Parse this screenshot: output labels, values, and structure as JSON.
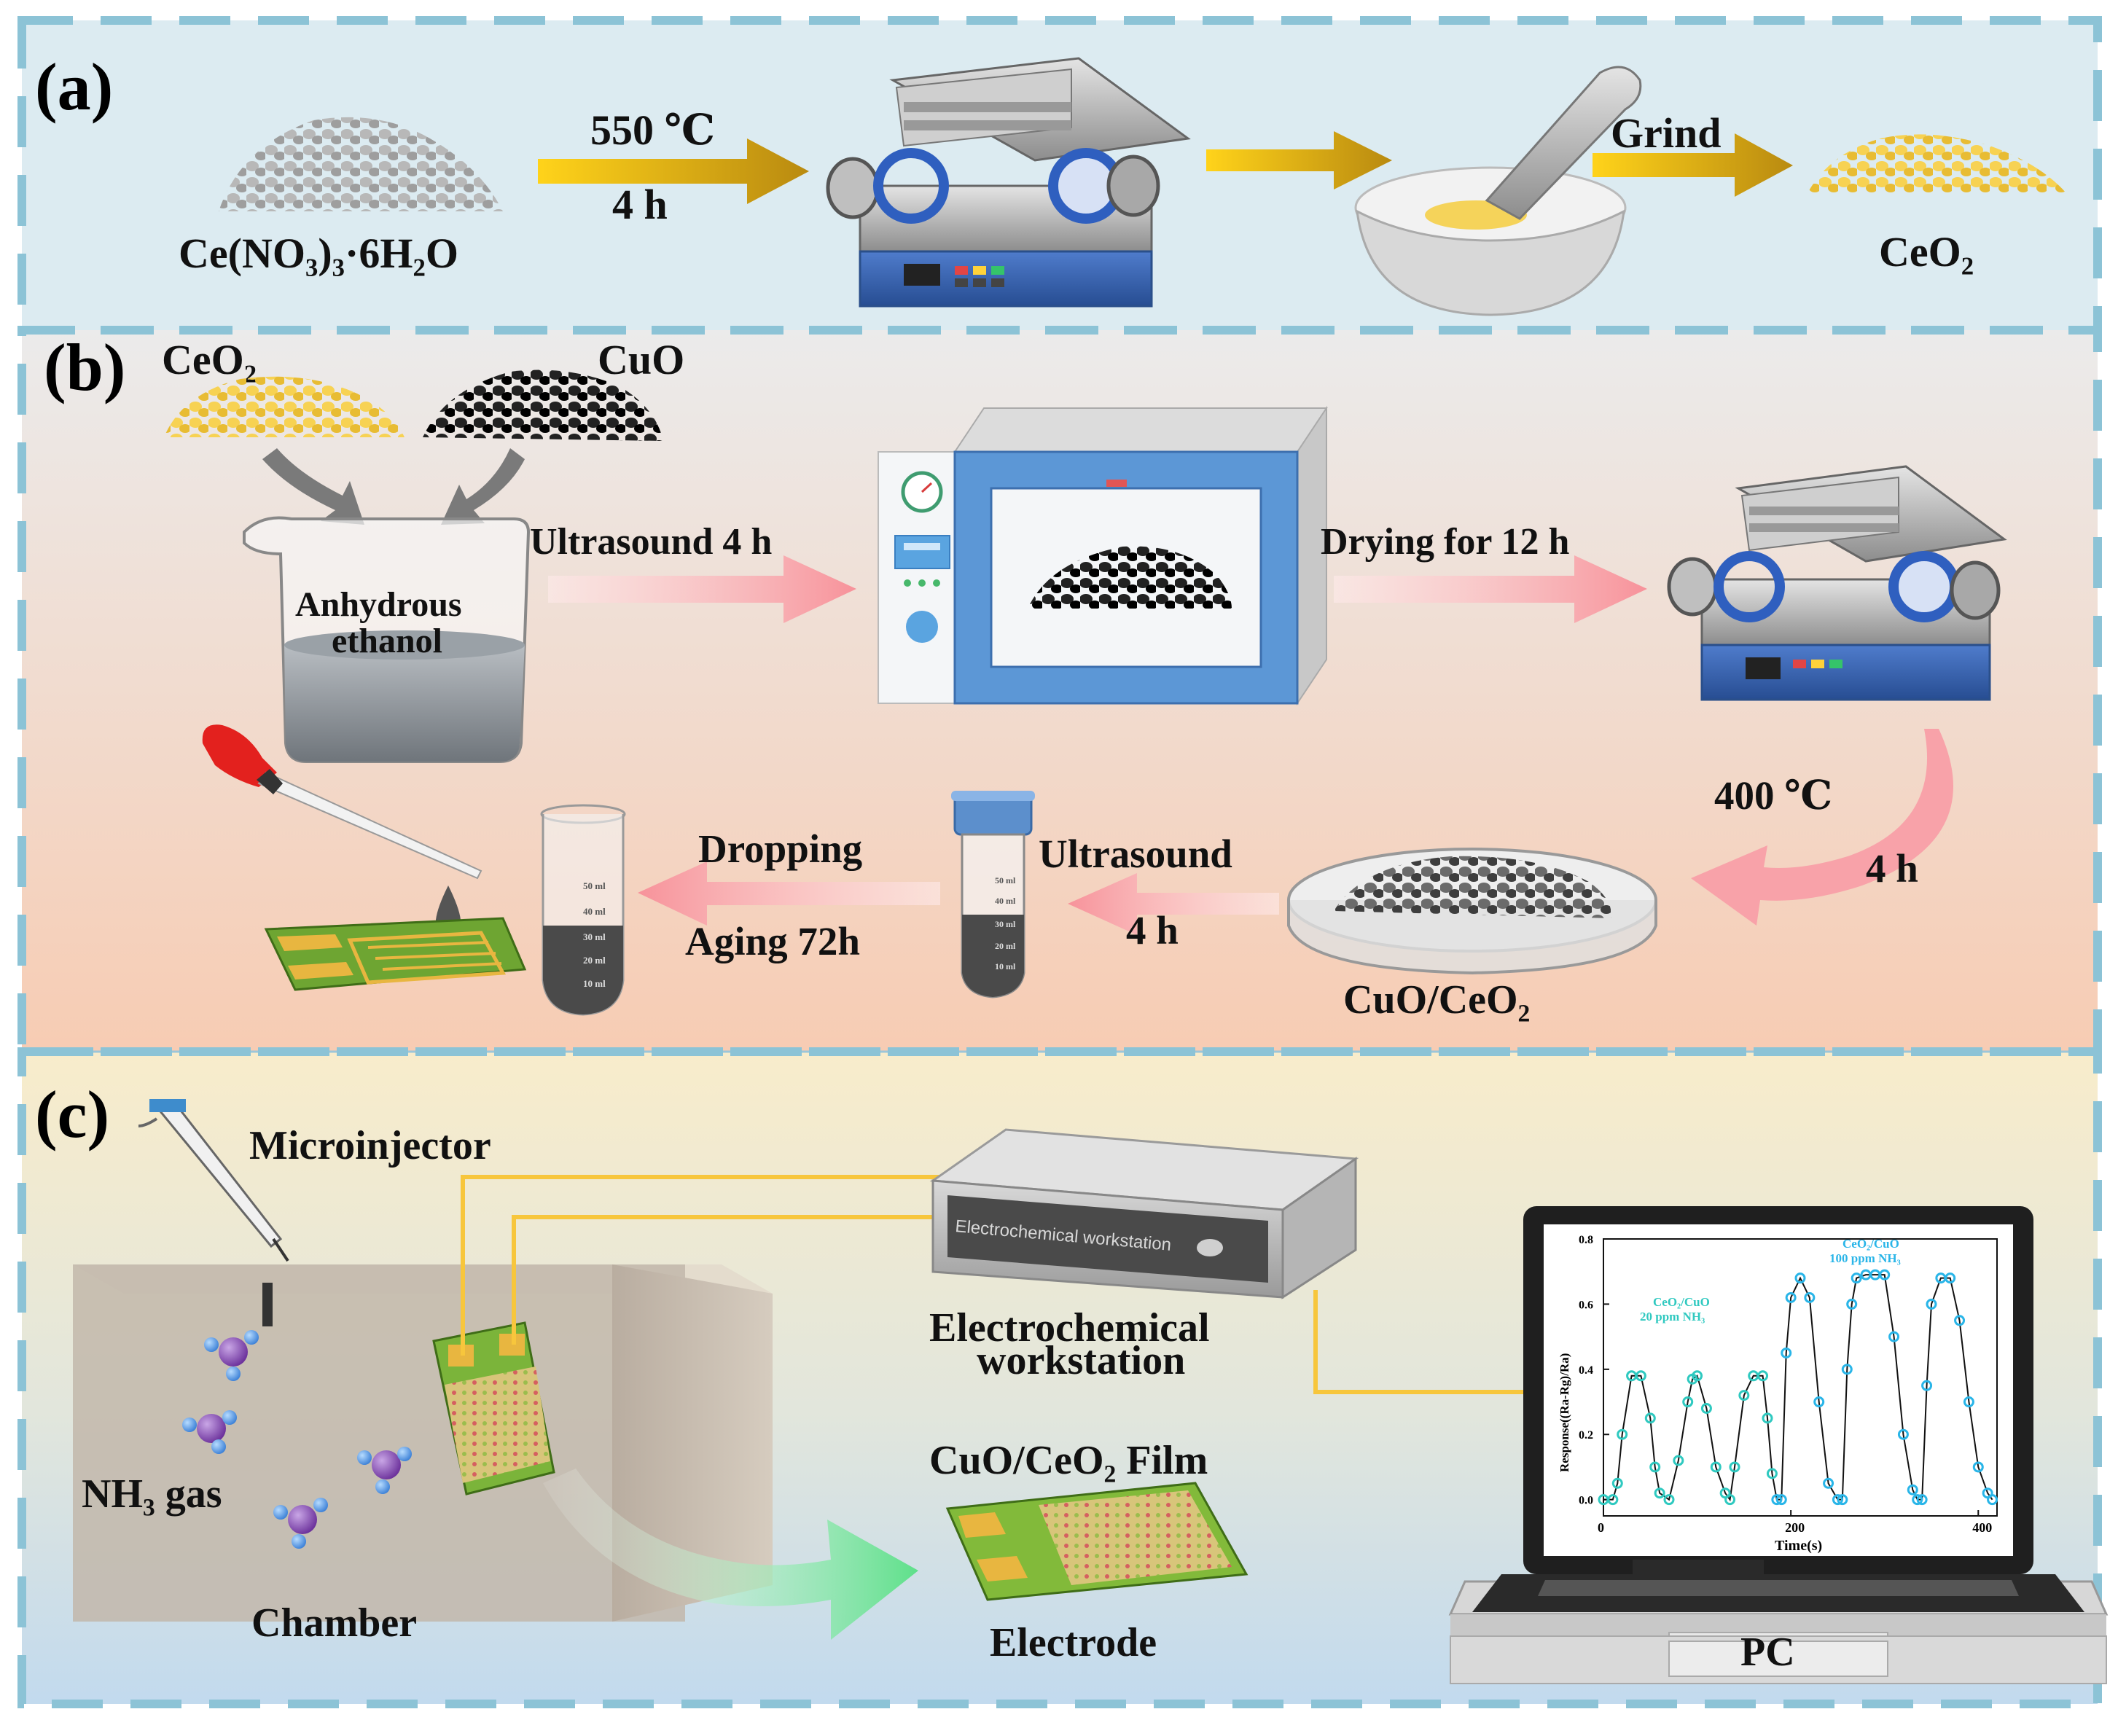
{
  "panel_a": {
    "label": "(a)",
    "precursor": "Ce(NO₃)₃·6H₂O",
    "calcine_temp": "550 ℃",
    "calcine_time": "4 h",
    "grind": "Grind",
    "product": "CeO₂"
  },
  "panel_b": {
    "label": "(b)",
    "powder_1": "CeO₂",
    "powder_2": "CuO",
    "solvent_line1": "Anhydrous",
    "solvent_line2": "ethanol",
    "step_ultrasound": "Ultrasound 4 h",
    "step_drying": "Drying for 12 h",
    "anneal_temp": "400 ℃",
    "anneal_time": "4 h",
    "composite": "CuO/CeO₂",
    "ultrasound": "Ultrasound",
    "ultrasound_time": "4 h",
    "dropping": "Dropping",
    "aging": "Aging 72h",
    "tube_marks": [
      "50 ml",
      "40 ml",
      "30 ml",
      "20 ml",
      "10 ml"
    ]
  },
  "panel_c": {
    "label": "(c)",
    "microinjector": "Microinjector",
    "gas": "NH₃ gas",
    "chamber": "Chamber",
    "workstation_face": "Electrochemical workstation",
    "workstation_line1": "Electrochemical",
    "workstation_line2": "workstation",
    "film": "CuO/CeO₂ Film",
    "electrode": "Electrode",
    "pc": "PC"
  },
  "colors": {
    "panel_a_bg": "#dcebf1",
    "panel_b_bg_top": "#ececec",
    "panel_b_bg_bottom": "#f6cfb8",
    "panel_c_bg_top": "#f8edcc",
    "panel_c_bg_bottom": "#c4dcee",
    "dash_border": "#8cc3d6",
    "gold_arrow": "#d1a01e",
    "pink_arrow": "#f79ea6",
    "ceo2_powder": "#f5d35a",
    "cuo_powder": "#1c1c1c",
    "curve": "#29b5e8",
    "curve_20ppm": "#2fc9c0"
  },
  "chart_data": {
    "type": "line",
    "xlabel": "Time(s)",
    "ylabel": "Response((Ra-Rg)/Ra)",
    "xlim": [
      0,
      420
    ],
    "ylim": [
      -0.05,
      0.8
    ],
    "xticks": [
      0,
      200,
      400
    ],
    "yticks": [
      0.0,
      0.2,
      0.4,
      0.6,
      0.8
    ],
    "annotations": [
      {
        "text_line1": "CeO₂/CuO",
        "text_line2": "20 ppm NH₃"
      },
      {
        "text_line1": "CeO₂/CuO",
        "text_line2": "100 ppm NH₃"
      }
    ],
    "series": [
      {
        "x": [
          0,
          10,
          15,
          20,
          30,
          40,
          50,
          55,
          60,
          70,
          80,
          90,
          95,
          100,
          110,
          120,
          130,
          135,
          140,
          150,
          160,
          170,
          175,
          180,
          185,
          190,
          195,
          200,
          210,
          220,
          230,
          240,
          250,
          255,
          260,
          265,
          270,
          280,
          290,
          300,
          310,
          320,
          330,
          335,
          340,
          345,
          350,
          360,
          370,
          380,
          390,
          400,
          410,
          415
        ],
        "values": [
          0.0,
          0.0,
          0.05,
          0.2,
          0.38,
          0.38,
          0.25,
          0.1,
          0.02,
          0.0,
          0.12,
          0.3,
          0.37,
          0.38,
          0.28,
          0.1,
          0.02,
          0.0,
          0.1,
          0.32,
          0.38,
          0.38,
          0.25,
          0.08,
          0.0,
          0.0,
          0.45,
          0.62,
          0.68,
          0.62,
          0.3,
          0.05,
          0.0,
          0.0,
          0.4,
          0.6,
          0.68,
          0.69,
          0.69,
          0.69,
          0.5,
          0.2,
          0.03,
          0.0,
          0.0,
          0.35,
          0.6,
          0.68,
          0.68,
          0.55,
          0.3,
          0.1,
          0.02,
          0.0
        ]
      }
    ]
  }
}
